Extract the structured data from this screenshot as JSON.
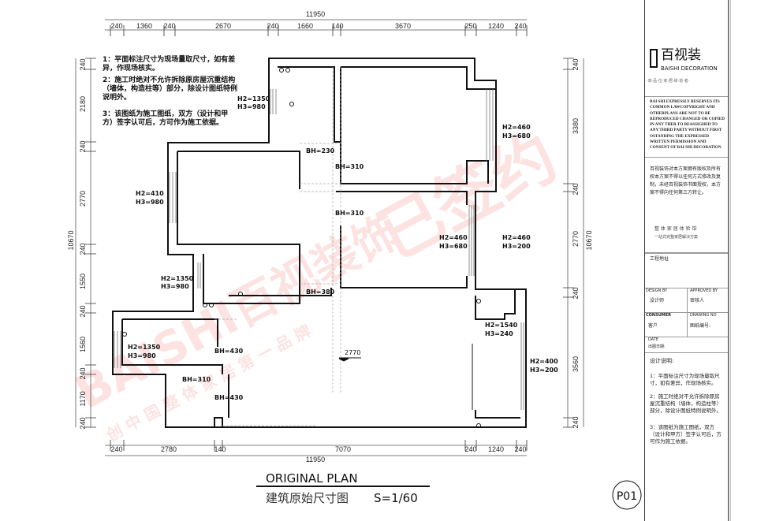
{
  "notes": [
    "1：平面标注尺寸为现场量取尺寸，如有差异，作现场核实。",
    "2：施工时绝对不允许拆除原房屋沉重结构（墙体，构造柱等）部分，除设计图纸特例说明外。",
    "3：该图纸为施工图纸，双方（设计和甲方）签字认可后，方可作为施工依据。"
  ],
  "dimensions": {
    "top_total": "11950",
    "top": [
      "240",
      "1360",
      "240",
      "2670",
      "240",
      "1660",
      "140",
      "3670",
      "250",
      "1240",
      "240"
    ],
    "bottom_total": "11950",
    "bottom": [
      "240",
      "2780",
      "140",
      "7070",
      "240",
      "1240",
      "240"
    ],
    "left_total": "10670",
    "left": [
      "240",
      "2180",
      "240",
      "2770",
      "240",
      "1550",
      "240",
      "1560",
      "240",
      "1170",
      "240"
    ],
    "right_total": "10670",
    "right": [
      "240",
      "3380",
      "240",
      "2770",
      "240",
      "3560",
      "240"
    ]
  },
  "labels": {
    "w1": [
      "H2=1350",
      "H3=980"
    ],
    "w2": [
      "H2=410",
      "H3=980"
    ],
    "bh1": "BH=230",
    "bh2": "BH=310",
    "bh3": "BH=310",
    "w3": [
      "H2=460",
      "H3=680"
    ],
    "w4": [
      "H2=460",
      "H3=680"
    ],
    "w5": [
      "H2=460",
      "H3=200"
    ],
    "w6": [
      "H2=1350",
      "H3=980"
    ],
    "bh4": "BH=380",
    "w7": [
      "H2=1540",
      "H3=240"
    ],
    "bh5": "BH=430",
    "w8": [
      "H2=1350",
      "H3=980"
    ],
    "level": "2770",
    "w9": [
      "H2=400",
      "H3=200"
    ],
    "bh6": "BH=310",
    "bh7": "BH=430"
  },
  "title": {
    "en": "ORIGINAL PLAN",
    "cn": "建筑原始尺寸图",
    "scale": "S=1/60",
    "sheet": "P01"
  },
  "watermark": "BAISHI百视装饰 已签约 创中国整体家居第一品牌",
  "title_block": {
    "brand_cn": "百视装",
    "brand_en": "BAISHI DECORATION",
    "slogan": "·高·品·位·家·居·缔·造·者·",
    "copyright_en": "BAI SHI EXPRESSLY RESERVES ITS COMMON LAWCOPYRIGHT AND OTHERPLANS ARE NOT TO BE REPRODUCED CHANGED OR COPIED IN ANY THER TO BEASSIGHED TO ANY THIRD PARTY WITHOUT FIRST OSTANDING THE EXPRESSED WRITTEN PERMISSION AND CONSENT OF BAI SHI DECORATION",
    "copyright_cn": "百视装饰对本方案拥有版权及所有权本方案不得以任何方式修改及复制，未经百视装饰书面授权，本方案不得向任何第三方转让。",
    "tagline1": "整 体 家 居 体 验 馆",
    "tagline2": "一站式完整家居解决方案",
    "project_address": "工程地址",
    "design_by_label": "DESIGN BY",
    "design_by": "设计师",
    "approved_by_label": "APPROVED BY",
    "approved_by": "审核人",
    "consumer_label": "CONSUMER",
    "consumer": "客户",
    "drawing_no_label": "DRAWING NO",
    "drawing_no": "图纸编号:",
    "date_label": "DATE",
    "date": "出图日期:",
    "design_notes_title": "设计说明:",
    "design_notes": [
      "1：平面标注尺寸为现场量取尺寸，如有差异，作现场核实。",
      "2：施工时绝对不允许拆除原房屋沉重结构（墙体，构造柱等）部分，除设计图纸特例说明外。",
      "3：该图纸为施工图纸，双方（设计和甲方）签字认可后，方可作为施工依据。"
    ]
  },
  "colors": {
    "wall": "#111111",
    "watermark": "#f04a4a",
    "dim": "#555555"
  }
}
